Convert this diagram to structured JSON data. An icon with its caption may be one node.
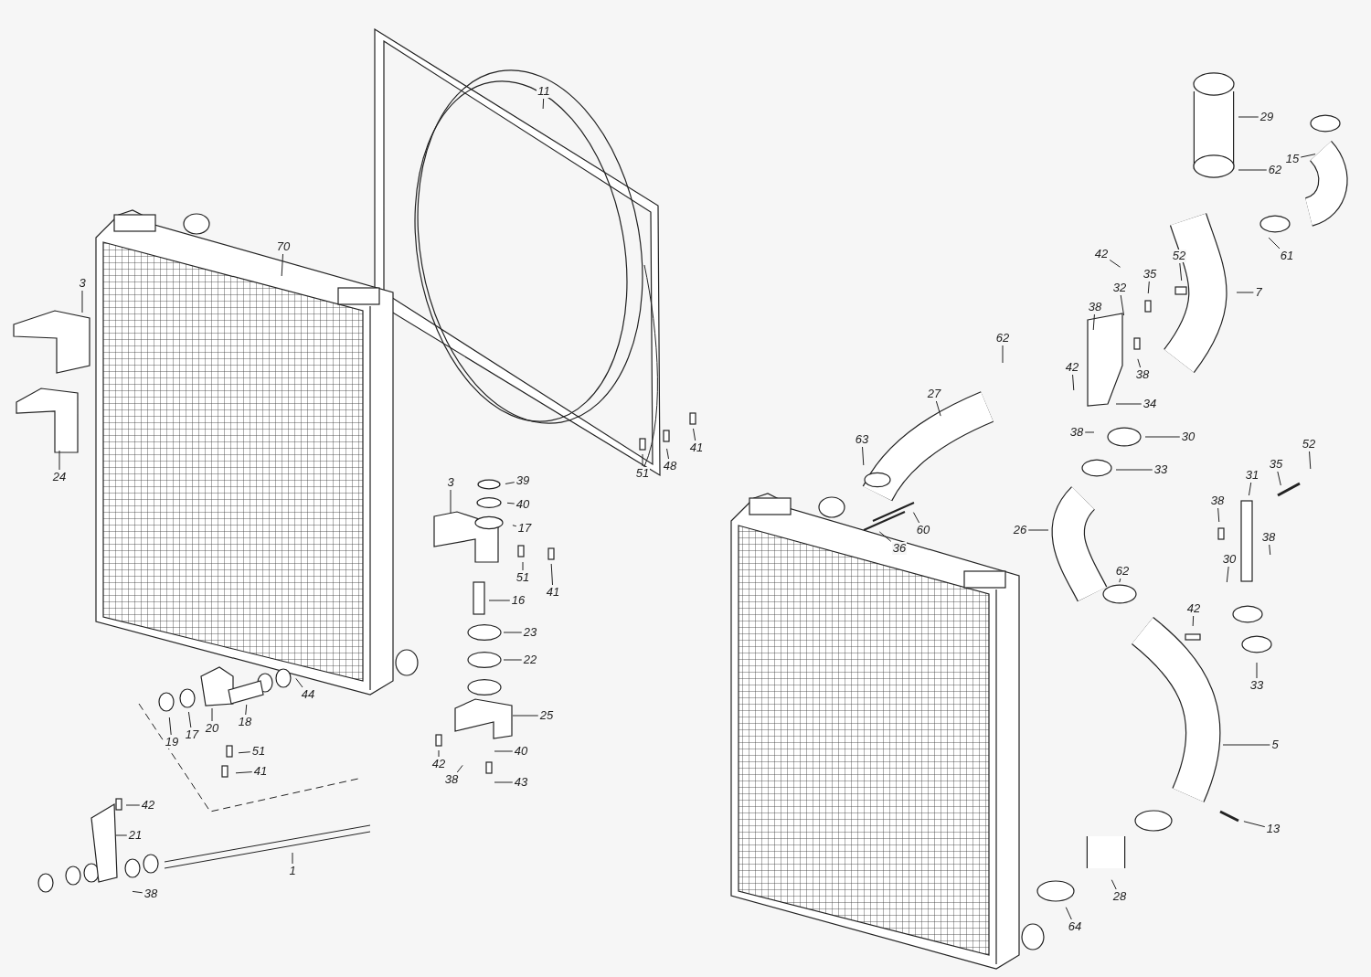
{
  "diagram": {
    "nodes": [
      {
        "text": [
          "11"
        ]
      },
      {
        "text": [
          "70"
        ]
      },
      {
        "text": [
          "3"
        ]
      },
      {
        "text": [
          "24"
        ]
      },
      {
        "text": [
          "3"
        ]
      },
      {
        "text": [
          "39"
        ]
      },
      {
        "text": [
          "40"
        ]
      },
      {
        "text": [
          "17"
        ]
      },
      {
        "text": [
          "51"
        ]
      },
      {
        "text": [
          "41"
        ]
      },
      {
        "text": [
          "16"
        ]
      },
      {
        "text": [
          "23"
        ]
      },
      {
        "text": [
          "22"
        ]
      },
      {
        "text": [
          "25"
        ]
      },
      {
        "text": [
          "42"
        ]
      },
      {
        "text": [
          "38"
        ]
      },
      {
        "text": [
          "40"
        ]
      },
      {
        "text": [
          "43"
        ]
      },
      {
        "text": [
          "51"
        ]
      },
      {
        "text": [
          "48"
        ]
      },
      {
        "text": [
          "41"
        ]
      },
      {
        "text": [
          "44"
        ]
      },
      {
        "text": [
          "19"
        ]
      },
      {
        "text": [
          "17"
        ]
      },
      {
        "text": [
          "20"
        ]
      },
      {
        "text": [
          "18"
        ]
      },
      {
        "text": [
          "51"
        ]
      },
      {
        "text": [
          "41"
        ]
      },
      {
        "text": [
          "42"
        ]
      },
      {
        "text": [
          "21"
        ]
      },
      {
        "text": [
          "1"
        ]
      },
      {
        "text": [
          "38"
        ]
      },
      {
        "text": [
          "29"
        ]
      },
      {
        "text": [
          "62"
        ]
      },
      {
        "text": [
          "15"
        ]
      },
      {
        "text": [
          "61"
        ]
      },
      {
        "text": [
          "7"
        ]
      },
      {
        "text": [
          "42"
        ]
      },
      {
        "text": [
          "35"
        ]
      },
      {
        "text": [
          "52"
        ]
      },
      {
        "text": [
          "32"
        ]
      },
      {
        "text": [
          "38"
        ]
      },
      {
        "text": [
          "38"
        ]
      },
      {
        "text": [
          "42"
        ]
      },
      {
        "text": [
          "34"
        ]
      },
      {
        "text": [
          "38"
        ]
      },
      {
        "text": [
          "30"
        ]
      },
      {
        "text": [
          "33"
        ]
      },
      {
        "text": [
          "62"
        ]
      },
      {
        "text": [
          "27"
        ]
      },
      {
        "text": [
          "63"
        ]
      },
      {
        "text": [
          "36"
        ]
      },
      {
        "text": [
          "60"
        ]
      },
      {
        "text": [
          "26"
        ]
      },
      {
        "text": [
          "62"
        ]
      },
      {
        "text": [
          "52"
        ]
      },
      {
        "text": [
          "35"
        ]
      },
      {
        "text": [
          "31"
        ]
      },
      {
        "text": [
          "38"
        ]
      },
      {
        "text": [
          "38"
        ]
      },
      {
        "text": [
          "30"
        ]
      },
      {
        "text": [
          "42"
        ]
      },
      {
        "text": [
          "33"
        ]
      },
      {
        "text": [
          "5"
        ]
      },
      {
        "text": [
          "13"
        ]
      },
      {
        "text": [
          "28"
        ]
      },
      {
        "text": [
          "64"
        ]
      }
    ],
    "edges": [
      {
        "from": 0,
        "to": null,
        "arrow": "none"
      },
      {
        "from": 1,
        "to": null,
        "arrow": "none"
      },
      {
        "from": 2,
        "to": null,
        "arrow": "none"
      },
      {
        "from": 3,
        "to": null,
        "arrow": "none"
      },
      {
        "from": 4,
        "to": null,
        "arrow": "none"
      },
      {
        "from": 5,
        "to": null,
        "arrow": "none"
      },
      {
        "from": 6,
        "to": null,
        "arrow": "none"
      },
      {
        "from": 7,
        "to": null,
        "arrow": "none"
      },
      {
        "from": 8,
        "to": null,
        "arrow": "none"
      },
      {
        "from": 9,
        "to": null,
        "arrow": "none"
      },
      {
        "from": 10,
        "to": null,
        "arrow": "none"
      },
      {
        "from": 11,
        "to": null,
        "arrow": "none"
      },
      {
        "from": 12,
        "to": null,
        "arrow": "none"
      },
      {
        "from": 13,
        "to": null,
        "arrow": "none"
      },
      {
        "from": 14,
        "to": null,
        "arrow": "none"
      },
      {
        "from": 15,
        "to": null,
        "arrow": "none"
      },
      {
        "from": 16,
        "to": null,
        "arrow": "none"
      },
      {
        "from": 17,
        "to": null,
        "arrow": "none"
      },
      {
        "from": 18,
        "to": null,
        "arrow": "none"
      },
      {
        "from": 19,
        "to": null,
        "arrow": "none"
      },
      {
        "from": 20,
        "to": null,
        "arrow": "none"
      },
      {
        "from": 21,
        "to": null,
        "arrow": "none"
      },
      {
        "from": 22,
        "to": null,
        "arrow": "none"
      },
      {
        "from": 23,
        "to": null,
        "arrow": "none"
      },
      {
        "from": 24,
        "to": null,
        "arrow": "none"
      },
      {
        "from": 25,
        "to": null,
        "arrow": "none"
      },
      {
        "from": 26,
        "to": null,
        "arrow": "none"
      },
      {
        "from": 27,
        "to": null,
        "arrow": "none"
      },
      {
        "from": 28,
        "to": null,
        "arrow": "none"
      },
      {
        "from": 29,
        "to": null,
        "arrow": "none"
      },
      {
        "from": 30,
        "to": null,
        "arrow": "none"
      },
      {
        "from": 31,
        "to": null,
        "arrow": "none"
      },
      {
        "from": 32,
        "to": null,
        "arrow": "none"
      },
      {
        "from": 33,
        "to": null,
        "arrow": "none"
      },
      {
        "from": 34,
        "to": null,
        "arrow": "none"
      },
      {
        "from": 35,
        "to": null,
        "arrow": "none"
      },
      {
        "from": 36,
        "to": null,
        "arrow": "none"
      },
      {
        "from": 37,
        "to": null,
        "arrow": "none"
      },
      {
        "from": 38,
        "to": null,
        "arrow": "none"
      },
      {
        "from": 39,
        "to": null,
        "arrow": "none"
      },
      {
        "from": 40,
        "to": null,
        "arrow": "none"
      },
      {
        "from": 41,
        "to": null,
        "arrow": "none"
      },
      {
        "from": 42,
        "to": null,
        "arrow": "none"
      },
      {
        "from": 43,
        "to": null,
        "arrow": "none"
      },
      {
        "from": 44,
        "to": null,
        "arrow": "none"
      },
      {
        "from": 45,
        "to": null,
        "arrow": "none"
      },
      {
        "from": 46,
        "to": null,
        "arrow": "none"
      },
      {
        "from": 47,
        "to": null,
        "arrow": "none"
      },
      {
        "from": 48,
        "to": null,
        "arrow": "none"
      },
      {
        "from": 49,
        "to": null,
        "arrow": "none"
      },
      {
        "from": 50,
        "to": null,
        "arrow": "none"
      },
      {
        "from": 51,
        "to": null,
        "arrow": "none"
      },
      {
        "from": 52,
        "to": null,
        "arrow": "none"
      },
      {
        "from": 53,
        "to": null,
        "arrow": "none"
      },
      {
        "from": 54,
        "to": null,
        "arrow": "none"
      },
      {
        "from": 55,
        "to": null,
        "arrow": "none"
      },
      {
        "from": 56,
        "to": null,
        "arrow": "none"
      },
      {
        "from": 57,
        "to": null,
        "arrow": "none"
      },
      {
        "from": 58,
        "to": null,
        "arrow": "none"
      },
      {
        "from": 59,
        "to": null,
        "arrow": "none"
      },
      {
        "from": 60,
        "to": null,
        "arrow": "none"
      },
      {
        "from": 61,
        "to": null,
        "arrow": "none"
      },
      {
        "from": 62,
        "to": null,
        "arrow": "none"
      },
      {
        "from": 63,
        "to": null,
        "arrow": "none"
      },
      {
        "from": 64,
        "to": null,
        "arrow": "none"
      },
      {
        "from": 65,
        "to": null,
        "arrow": "none"
      },
      {
        "from": 66,
        "to": null,
        "arrow": "none"
      }
    ]
  }
}
